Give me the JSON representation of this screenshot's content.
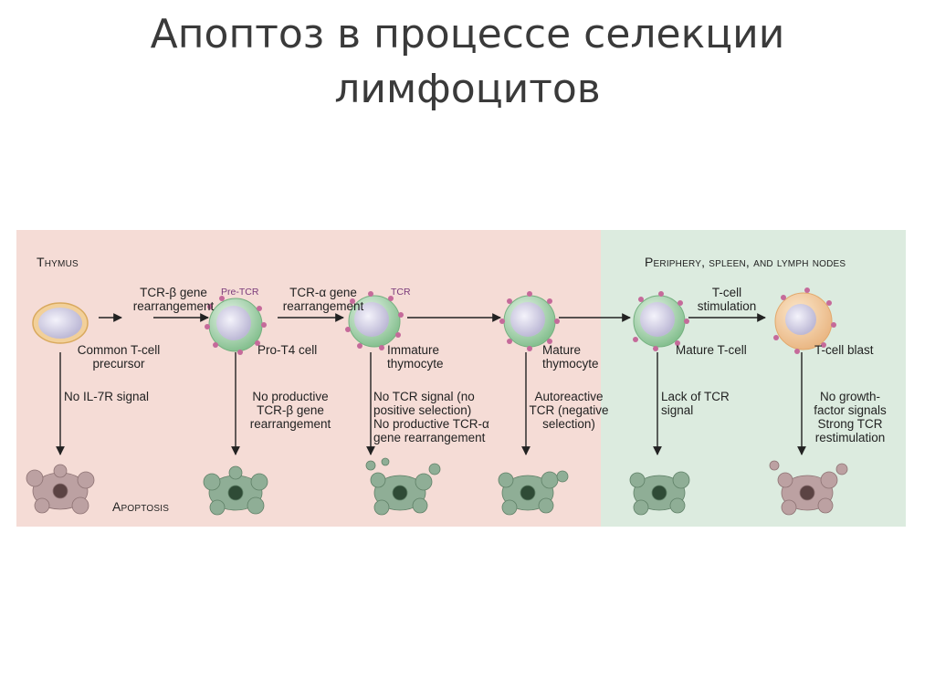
{
  "title": {
    "line1": "Апоптоз в процессе селекции",
    "line2": "лимфоцитов"
  },
  "regions": {
    "thymus": "Thymus",
    "periphery": "Periphery, spleen, and lymph nodes",
    "apoptosis": "Apoptosis"
  },
  "colors": {
    "thymus_bg": "#f5dcd6",
    "periphery_bg": "#dcebdf",
    "arrow": "#222222",
    "cell_ring_green": "#9fcfa8",
    "cell_nucleus": "#c9c7dc",
    "receptor": "#c56a9a",
    "precursor_cytoplasm": "#f5dcae",
    "blast_cytoplasm": "#f4cfa3",
    "apoptotic_pink": "#bca1a2",
    "apoptotic_green": "#8fae96"
  },
  "cells": [
    {
      "id": "precursor",
      "name": "Common T-cell\nprecursor"
    },
    {
      "id": "pro_t4",
      "name": "Pro-T4 cell",
      "receptor_label": "Pre-TCR"
    },
    {
      "id": "immature",
      "name": "Immature\nthymocyte",
      "receptor_label": "TCR"
    },
    {
      "id": "mature_thymocyte",
      "name": "Mature\nthymocyte"
    },
    {
      "id": "mature_t",
      "name": "Mature T-cell"
    },
    {
      "id": "blast",
      "name": "T-cell blast"
    }
  ],
  "transitions": [
    "TCR-β gene\nrearrangement",
    "TCR-α gene\nrearrangement",
    "",
    "",
    "T-cell\nstimulation"
  ],
  "death_causes": [
    "No IL-7R signal",
    "No productive\nTCR-β gene\nrearrangement",
    "No TCR signal (no\npositive selection)\nNo productive TCR-α\ngene rearrangement",
    "Autoreactive\nTCR (negative\nselection)",
    "Lack of TCR\nsignal",
    "No growth-\nfactor signals\nStrong TCR\nrestimulation"
  ]
}
